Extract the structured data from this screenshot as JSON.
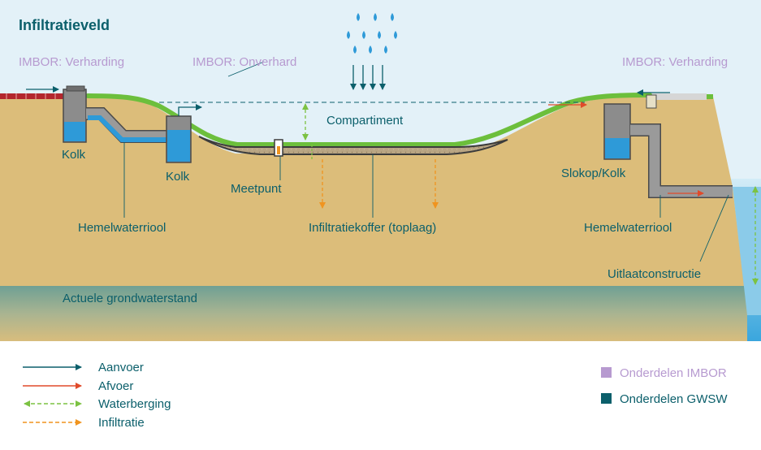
{
  "title": "Infiltratieveld",
  "labels": {
    "imbor_left": "IMBOR: Verharding",
    "imbor_middle": "IMBOR: Onverhard",
    "imbor_right": "IMBOR: Verharding",
    "compartiment": "Compartiment",
    "kolk_left": "Kolk",
    "kolk_middle": "Kolk",
    "meetpunt": "Meetpunt",
    "hemelwaterriool_left": "Hemelwaterriool",
    "infiltratiekoffer": "Infiltratiekoffer (toplaag)",
    "slokop_kolk": "Slokop/Kolk",
    "hemelwaterriool_right": "Hemelwaterriool",
    "uitlaatconstructie": "Uitlaatconstructie",
    "grondwaterstand": "Actuele grondwaterstand"
  },
  "legend": {
    "aanvoer": "Aanvoer",
    "afvoer": "Afvoer",
    "waterberging": "Waterberging",
    "infiltratie": "Infiltratie",
    "imbor": "Onderdelen IMBOR",
    "gwsw": "Onderdelen GWSW"
  },
  "colors": {
    "teal": "#0b5f6b",
    "imbor_purple": "#b79ad0",
    "afvoer_red": "#e04a2a",
    "waterberging_green": "#7cc242",
    "infiltratie_orange": "#f0941f",
    "soil": "#dcbd7a",
    "water_blue": "#3aa6dd",
    "grass": "#6cbf3c",
    "gravel": "#b9a583"
  }
}
